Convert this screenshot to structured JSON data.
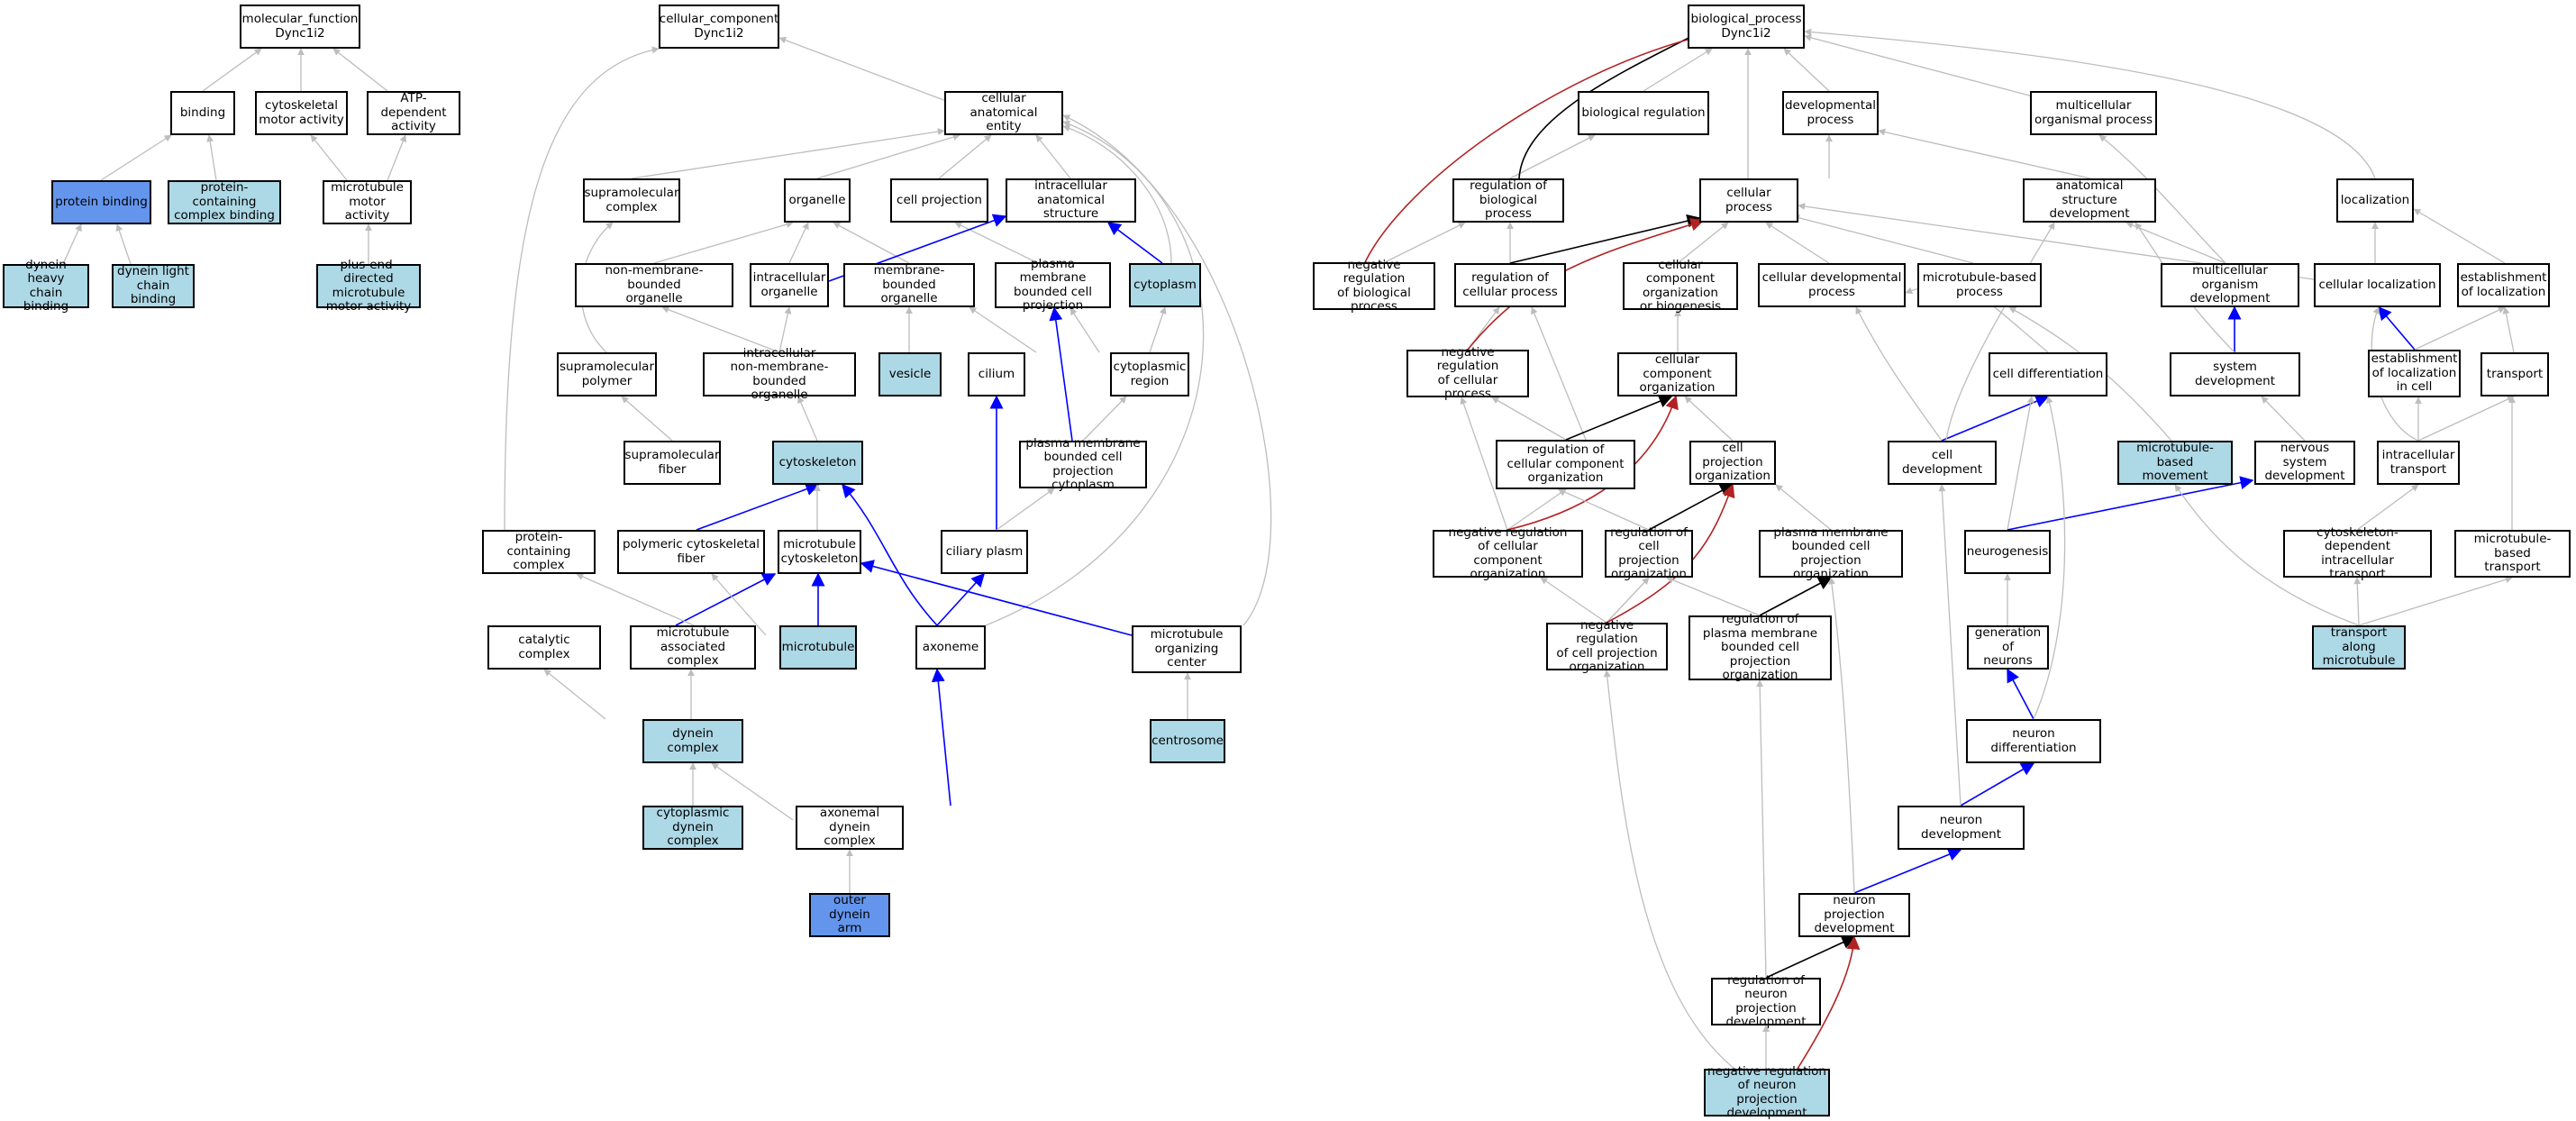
{
  "colors": {
    "grey_edge": "#bdbdbd",
    "blue_edge": "#0000ff",
    "black_edge": "#000000",
    "red_edge": "#b22222",
    "light_blue_fill": "#add8e6",
    "cornflower_fill": "#6495ed"
  },
  "nodes": {
    "mf_root": "molecular_function\nDync1i2",
    "binding": "binding",
    "cyto_motor": "cytoskeletal\nmotor activity",
    "atp_dep": "ATP-dependent\nactivity",
    "protein_binding": "protein binding",
    "pc_complex_binding": "protein-containing\ncomplex binding",
    "mt_motor": "microtubule\nmotor activity",
    "dynein_heavy": "dynein heavy\nchain binding",
    "dynein_light": "dynein light\nchain binding",
    "plus_end": "plus-end-directed\nmicrotubule\nmotor activity",
    "cc_root": "cellular_component\nDync1i2",
    "cell_anat": "cellular anatomical\nentity",
    "supramol_complex": "supramolecular\ncomplex",
    "organelle": "organelle",
    "cell_projection": "cell projection",
    "intracell_anat": "intracellular\nanatomical structure",
    "nonmem_org": "non-membrane-bounded\norganelle",
    "intracell_org": "intracellular\norganelle",
    "mem_org": "membrane-bounded\norganelle",
    "pm_proj": "plasma membrane\nbounded cell\nprojection",
    "cytoplasm": "cytoplasm",
    "supramol_polymer": "supramolecular\npolymer",
    "intracell_nonmem_org": "intracellular\nnon-membrane-bounded\norganelle",
    "vesicle": "vesicle",
    "cilium": "cilium",
    "cyto_region": "cytoplasmic\nregion",
    "supramol_fiber": "supramolecular\nfiber",
    "cytoskeleton": "cytoskeleton",
    "pm_proj_cyto": "plasma membrane\nbounded cell\nprojection cytoplasm",
    "pc_complex": "protein-containing\ncomplex",
    "poly_fiber": "polymeric cytoskeletal\nfiber",
    "mt_cytoskeleton": "microtubule\ncytoskeleton",
    "ciliary_plasm": "ciliary plasm",
    "catalytic": "catalytic complex",
    "mt_assoc": "microtubule\nassociated complex",
    "microtubule": "microtubule",
    "axoneme": "axoneme",
    "mtoc": "microtubule\norganizing center",
    "dynein_complex": "dynein complex",
    "centrosome": "centrosome",
    "cyto_dynein": "cytoplasmic\ndynein complex",
    "axo_dynein": "axonemal dynein\ncomplex",
    "outer_arm": "outer dynein\narm",
    "bp_root": "biological_process\nDync1i2",
    "bio_reg": "biological regulation",
    "dev_proc": "developmental\nprocess",
    "multi_org": "multicellular\norganismal process",
    "reg_bio": "regulation of\nbiological process",
    "cell_proc": "cellular process",
    "anat_dev": "anatomical structure\ndevelopment",
    "localization": "localization",
    "neg_reg_bio": "negative regulation\nof biological\nprocess",
    "reg_cell_proc": "regulation of\ncellular process",
    "cc_org_bio": "cellular component\norganization\nor biogenesis",
    "cell_dev_proc": "cellular developmental\nprocess",
    "mt_based_proc": "microtubule-based\nprocess",
    "multi_org_dev": "multicellular\norganism development",
    "cell_loc": "cellular localization",
    "est_loc": "establishment\nof localization",
    "neg_reg_cell_proc": "negative regulation\nof cellular\nprocess",
    "cc_org": "cellular component\norganization",
    "cell_diff": "cell differentiation",
    "system_dev": "system development",
    "est_loc_cell": "establishment\nof localization\nin cell",
    "transport": "transport",
    "reg_cc_org": "regulation of\ncellular component\norganization",
    "cell_proj_org": "cell projection\norganization",
    "cell_dev": "cell development",
    "mt_movement": "microtubule-based\nmovement",
    "ns_dev": "nervous system\ndevelopment",
    "intracell_transport": "intracellular\ntransport",
    "neg_reg_cc_org": "negative regulation\nof cellular\ncomponent organization",
    "reg_cell_proj_org": "regulation of\ncell projection\norganization",
    "pm_proj_org": "plasma membrane\nbounded cell\nprojection organization",
    "neurogenesis": "neurogenesis",
    "cyto_dep_transport": "cytoskeleton-dependent\nintracellular\ntransport",
    "mt_transport": "microtubule-based\ntransport",
    "neg_reg_cell_proj_org": "negative regulation\nof cell projection\norganization",
    "reg_pm_proj_org": "regulation of\nplasma membrane\nbounded cell\nprojection organization",
    "gen_neurons": "generation of\nneurons",
    "transport_along_mt": "transport along\nmicrotubule",
    "neuron_diff": "neuron differentiation",
    "neuron_dev": "neuron development",
    "neuron_proj_dev": "neuron projection\ndevelopment",
    "reg_neuron_proj_dev": "regulation of\nneuron projection\ndevelopment",
    "neg_reg_neuron_proj_dev": "negative regulation\nof neuron projection\ndevelopment"
  }
}
